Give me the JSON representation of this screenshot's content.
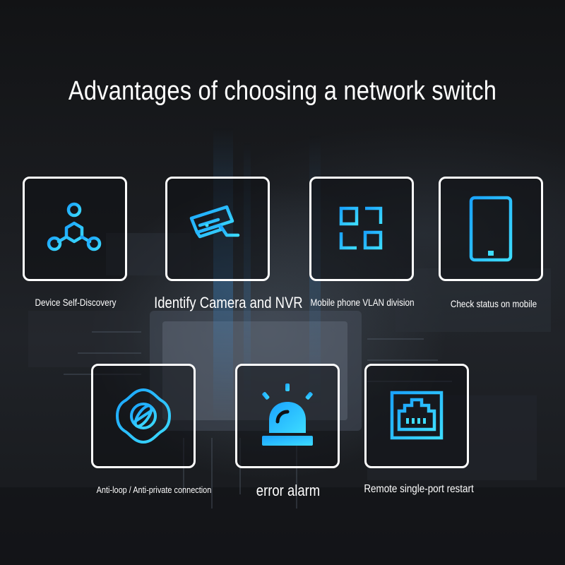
{
  "title": "Advantages of choosing a network switch",
  "accent_gradient": [
    "#1aa3ff",
    "#3ddcff"
  ],
  "features_row1": [
    {
      "label": "Device Self-Discovery",
      "icon": "network-topology-icon"
    },
    {
      "label": "Identify Camera and NVR",
      "icon": "security-camera-icon"
    },
    {
      "label": "Mobile phone VLAN division",
      "icon": "vlan-grid-icon"
    },
    {
      "label": "Check status on mobile",
      "icon": "mobile-phone-icon"
    }
  ],
  "features_row2": [
    {
      "label": "Anti-loop / Anti-private connection",
      "icon": "globe-shield-icon"
    },
    {
      "label": "error alarm",
      "icon": "alarm-siren-icon"
    },
    {
      "label": "Remote single-port restart",
      "icon": "ethernet-port-icon"
    }
  ]
}
